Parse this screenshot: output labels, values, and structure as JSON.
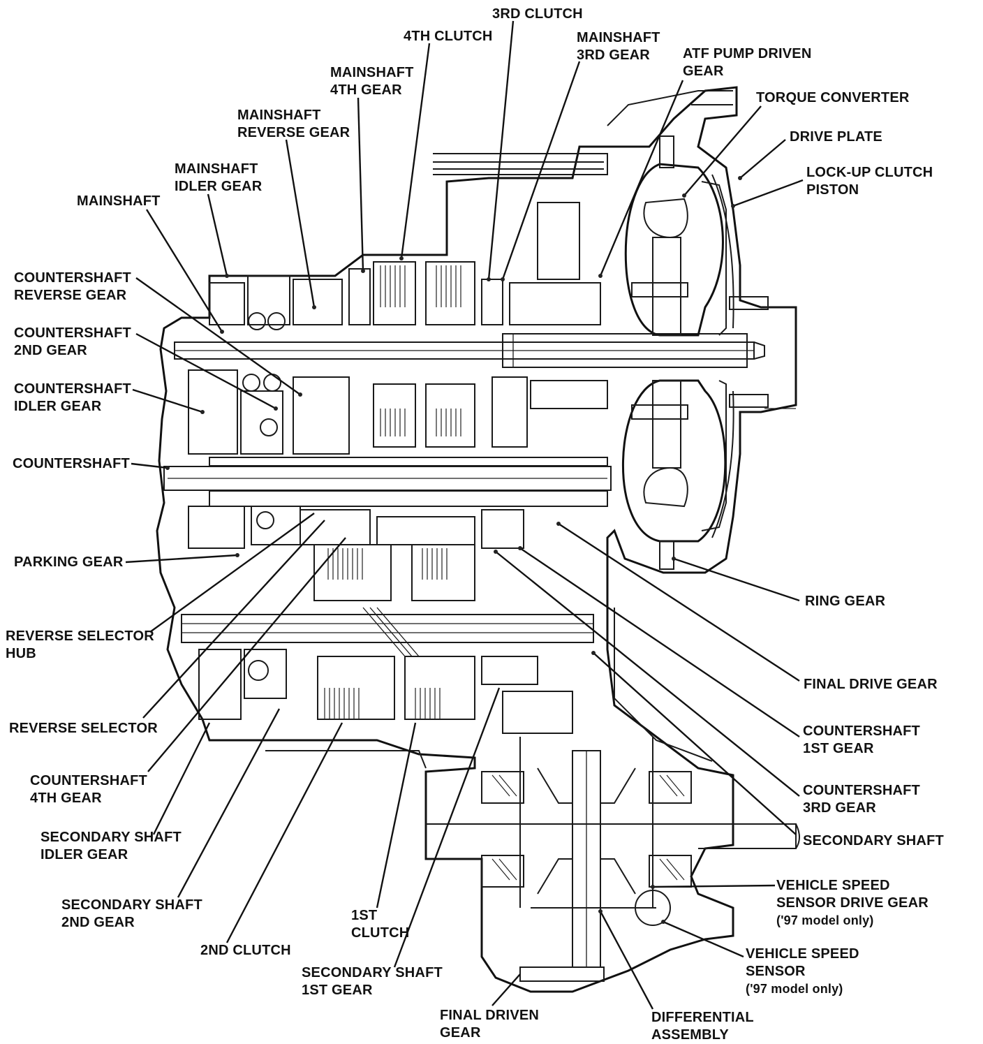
{
  "labels": {
    "third_clutch": "3RD CLUTCH",
    "fourth_clutch": "4TH CLUTCH",
    "mainshaft_third_gear": [
      "MAINSHAFT",
      "3RD GEAR"
    ],
    "atf_pump_driven_gear": [
      "ATF PUMP DRIVEN",
      "GEAR"
    ],
    "mainshaft_fourth_gear": [
      "MAINSHAFT",
      "4TH GEAR"
    ],
    "torque_converter": "TORQUE CONVERTER",
    "mainshaft_reverse_gear": [
      "MAINSHAFT",
      "REVERSE GEAR"
    ],
    "drive_plate": "DRIVE PLATE",
    "mainshaft_idler_gear": [
      "MAINSHAFT",
      "IDLER GEAR"
    ],
    "lockup_clutch_piston": [
      "LOCK-UP CLUTCH",
      "PISTON"
    ],
    "mainshaft": "MAINSHAFT",
    "countershaft_reverse_gear": [
      "COUNTERSHAFT",
      "REVERSE GEAR"
    ],
    "countershaft_second_gear": [
      "COUNTERSHAFT",
      "2ND GEAR"
    ],
    "countershaft_idler_gear": [
      "COUNTERSHAFT",
      "IDLER GEAR"
    ],
    "countershaft": "COUNTERSHAFT",
    "parking_gear": "PARKING GEAR",
    "ring_gear": "RING GEAR",
    "reverse_selector_hub": [
      "REVERSE SELECTOR",
      "HUB"
    ],
    "final_drive_gear": "FINAL DRIVE GEAR",
    "reverse_selector": "REVERSE SELECTOR",
    "countershaft_first_gear": [
      "COUNTERSHAFT",
      "1ST GEAR"
    ],
    "countershaft_fourth_gear": [
      "COUNTERSHAFT",
      "4TH GEAR"
    ],
    "countershaft_third_gear": [
      "COUNTERSHAFT",
      "3RD GEAR"
    ],
    "secondary_shaft_idler_gear": [
      "SECONDARY SHAFT",
      "IDLER GEAR"
    ],
    "secondary_shaft": "SECONDARY SHAFT",
    "vehicle_speed_sensor_drive_gear": [
      "VEHICLE SPEED",
      "SENSOR DRIVE GEAR",
      "('97 model only)"
    ],
    "secondary_shaft_second_gear": [
      "SECONDARY SHAFT",
      "2ND GEAR"
    ],
    "first_clutch": [
      "1ST",
      "CLUTCH"
    ],
    "vehicle_speed_sensor": [
      "VEHICLE SPEED",
      "SENSOR",
      "('97 model only)"
    ],
    "second_clutch": "2ND CLUTCH",
    "secondary_shaft_first_gear": [
      "SECONDARY SHAFT",
      "1ST GEAR"
    ],
    "final_driven_gear": [
      "FINAL DRIVEN",
      "GEAR"
    ],
    "differential_assembly": [
      "DIFFERENTIAL",
      "ASSEMBLY"
    ]
  }
}
